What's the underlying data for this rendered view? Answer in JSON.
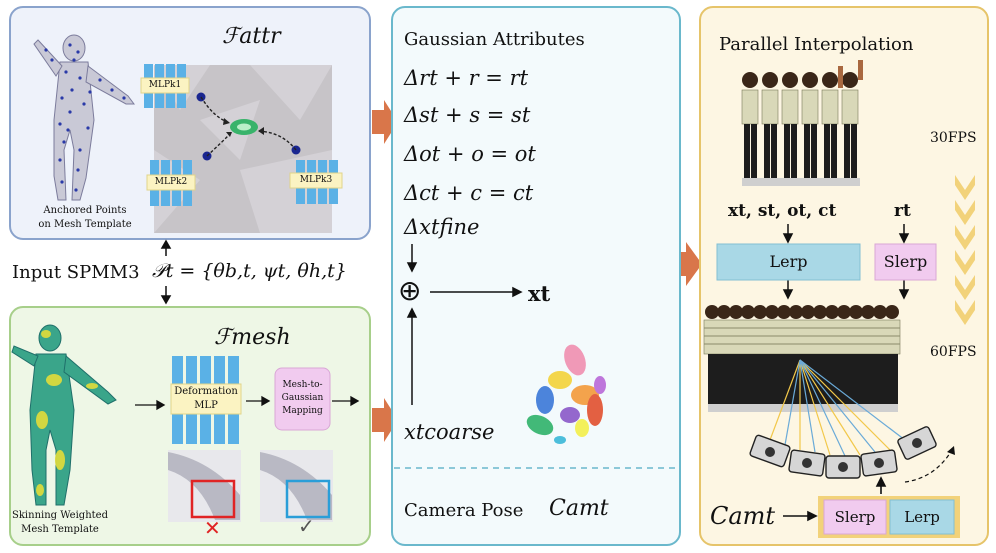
{
  "attr_panel": {
    "title": "ℱattr",
    "mlp_k1": "MLPk1",
    "mlp_k2": "MLPk2",
    "mlp_k3": "MLPk3",
    "caption_line1": "Anchored Points",
    "caption_line2": "on Mesh Template"
  },
  "input_label": "Input SPMM3",
  "input_formula": "𝒫t = {θb,t, ψt, θh,t}",
  "mesh_panel": {
    "title": "ℱmesh",
    "deformation_mlp_line1": "Deformation",
    "deformation_mlp_line2": "MLP",
    "mapping_line1": "Mesh-to-",
    "mapping_line2": "Gaussian",
    "mapping_line3": "Mapping",
    "caption_line1": "Skinning Weighted",
    "caption_line2": "Mesh Template",
    "wrong_mark": "✕",
    "right_mark": "✓"
  },
  "gaussian_panel": {
    "title": "Gaussian Attributes",
    "eq1": "Δrt + r = rt",
    "eq2": "Δst + s = st",
    "eq3": "Δot + o = ot",
    "eq4": "Δct + c = ct",
    "eq5": "Δxtfine",
    "plus": "⊕",
    "xt": "xt",
    "xcoarse": "xtcoarse",
    "camera_pose_label": "Camera Pose",
    "camera_pose_symbol": "Camt"
  },
  "interp_panel": {
    "title": "Parallel Interpolation",
    "fps30": "30FPS",
    "fps60": "60FPS",
    "attrs_label": "xt, st, ot, ct",
    "rt_label": "rt",
    "lerp": "Lerp",
    "slerp": "Slerp",
    "cam_label": "Camt",
    "cam_slerp": "Slerp",
    "cam_lerp": "Lerp"
  },
  "colors": {
    "attr_bg": "#eef2fa",
    "attr_border": "#8aa3cc",
    "mesh_bg": "#eef7e6",
    "mesh_border": "#a7cf8a",
    "gauss_bg": "#f3fafc",
    "gauss_border": "#6ab8cc",
    "interp_bg": "#fdf6e3",
    "interp_border": "#e6c46a",
    "mlp_blue": "#5ab1e6",
    "label_yellow": "#fbf3c2",
    "lerp_blue": "#a9d8e6",
    "slerp_pink": "#f1cbef",
    "arrow_orange": "#d9764a"
  }
}
